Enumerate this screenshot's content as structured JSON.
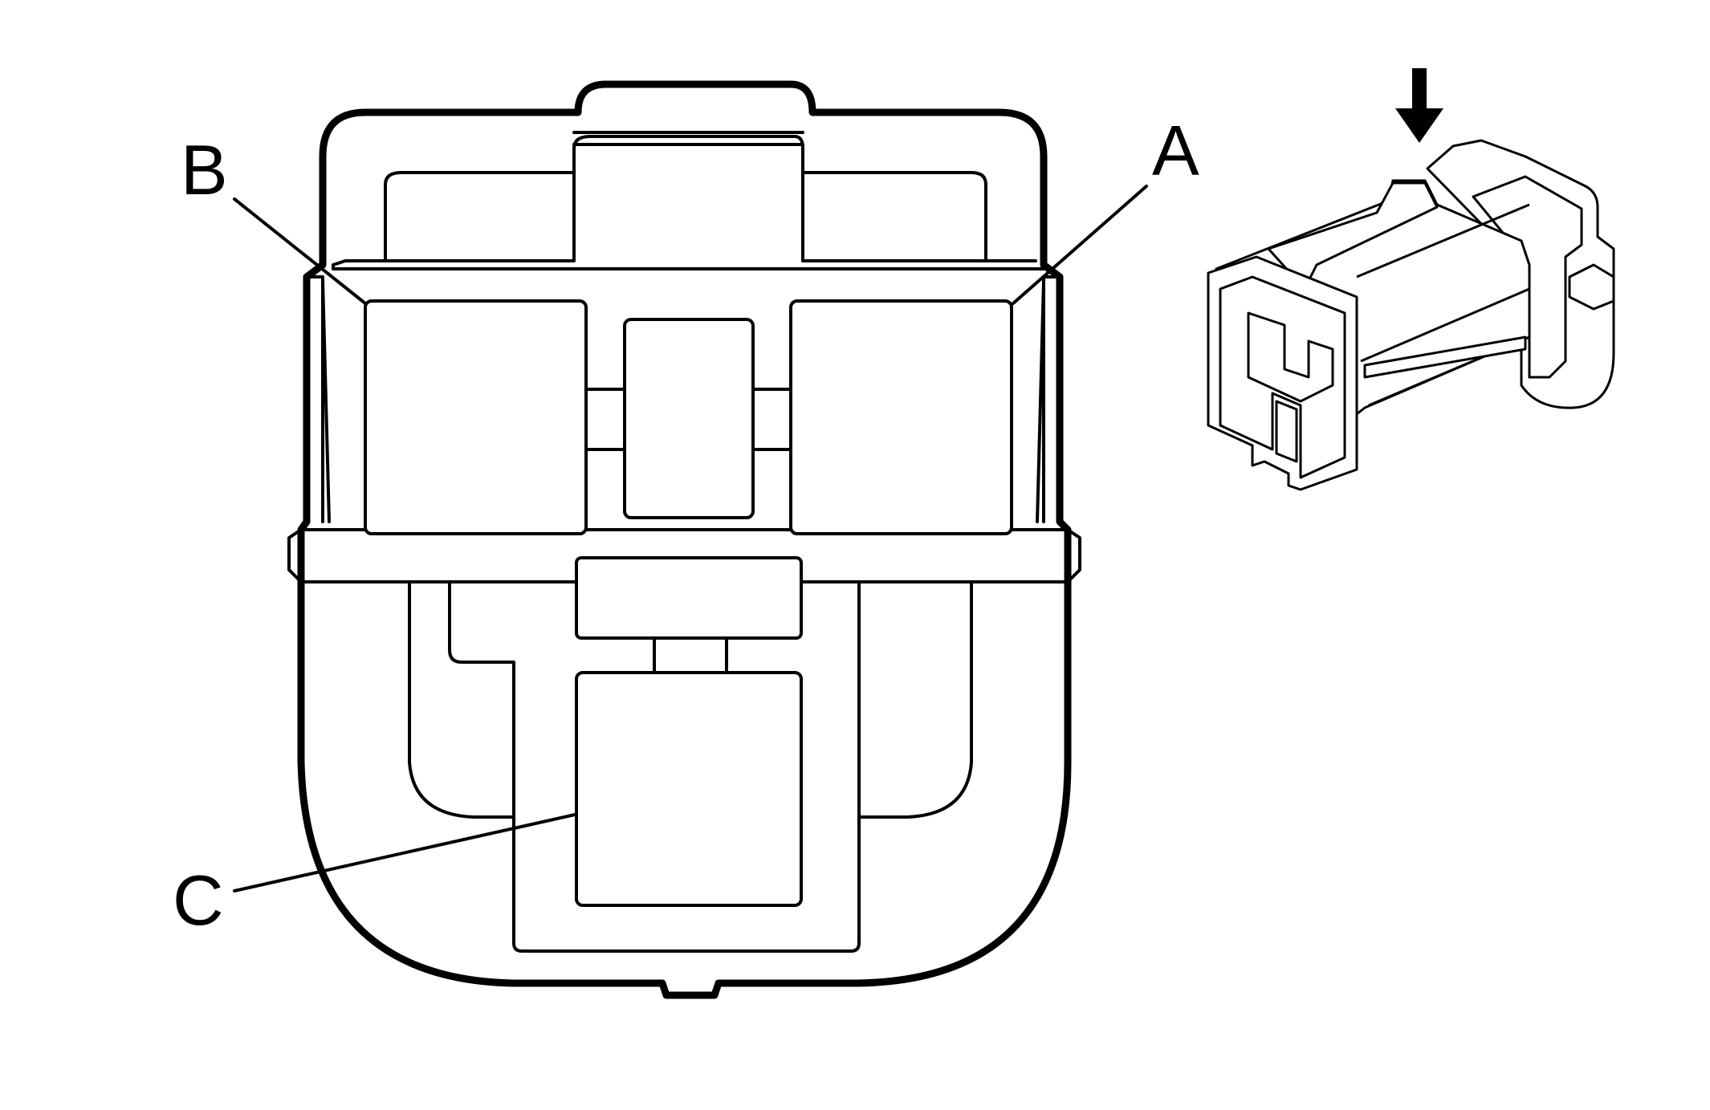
{
  "diagram": {
    "terminals": [
      {
        "id": "a",
        "label": "A"
      },
      {
        "id": "b",
        "label": "B"
      },
      {
        "id": "c",
        "label": "C"
      }
    ],
    "arrow_icon": "down-arrow-icon",
    "colors": {
      "ink": "#000000",
      "background": "#ffffff"
    }
  }
}
